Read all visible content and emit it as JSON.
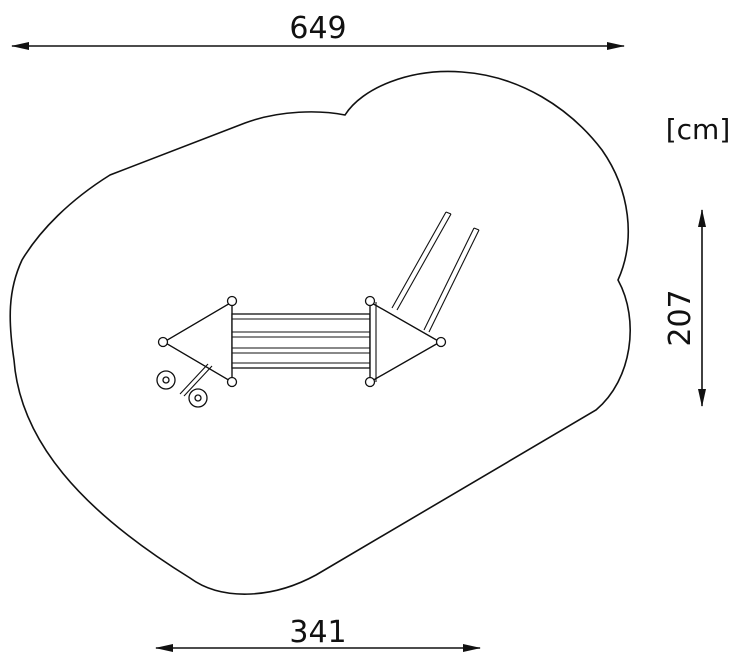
{
  "dimensions": {
    "overall_width": "649",
    "lower_width": "341",
    "height": "207",
    "unit": "[cm]"
  },
  "colors": {
    "line": "#111111",
    "background": "#ffffff"
  }
}
